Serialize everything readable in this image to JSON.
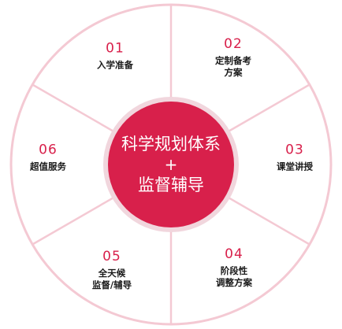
{
  "diagram": {
    "hub": {
      "line1": "科学规划体系",
      "plus": "+",
      "line2": "监督辅导"
    },
    "segments": [
      {
        "number": "01",
        "label": "入学准备"
      },
      {
        "number": "02",
        "label": "定制备考\n方案"
      },
      {
        "number": "03",
        "label": "课堂讲授"
      },
      {
        "number": "04",
        "label": "阶段性\n调整方案"
      },
      {
        "number": "05",
        "label": "全天候\n监督/辅导"
      },
      {
        "number": "06",
        "label": "超值服务"
      }
    ],
    "colors": {
      "accent": "#d8204b",
      "hub_fill": "#d8204b",
      "ring_stroke": "#f4c9d3",
      "divider": "#f4c9d3"
    }
  }
}
